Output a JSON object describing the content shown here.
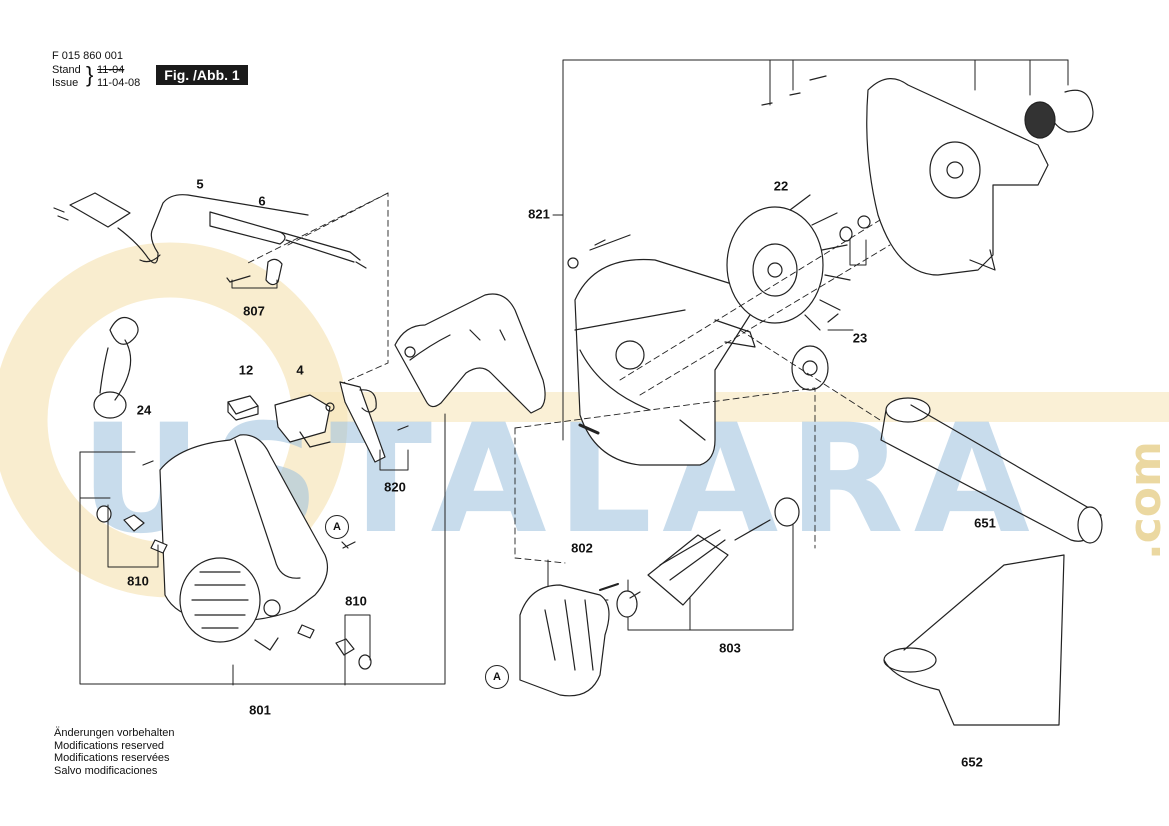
{
  "header": {
    "doc_number": "F 015 860 001",
    "stand_label": "Stand",
    "issue_label": "Issue",
    "stand_date_struck": "11-04",
    "issue_date": "11-04-08",
    "figure_label": "Fig. /Abb. 1"
  },
  "notes": [
    "Änderungen vorbehalten",
    "Modifications reserved",
    "Modifications reservées",
    "Salvo modificaciones"
  ],
  "watermark": {
    "text": "USTALARA",
    "suffix": ".com",
    "color": "#8fb8d8",
    "ring_color": "#f4e2b0"
  },
  "part_labels": {
    "p5": "5",
    "p6": "6",
    "p807": "807",
    "p24": "24",
    "p12": "12",
    "p4": "4",
    "p820": "820",
    "p810a": "810",
    "p810b": "810",
    "p801": "801",
    "p821": "821",
    "p22": "22",
    "p23": "23",
    "p802": "802",
    "p803": "803",
    "p651": "651",
    "p652": "652"
  },
  "connectors": {
    "a1": "A",
    "a2": "A"
  }
}
